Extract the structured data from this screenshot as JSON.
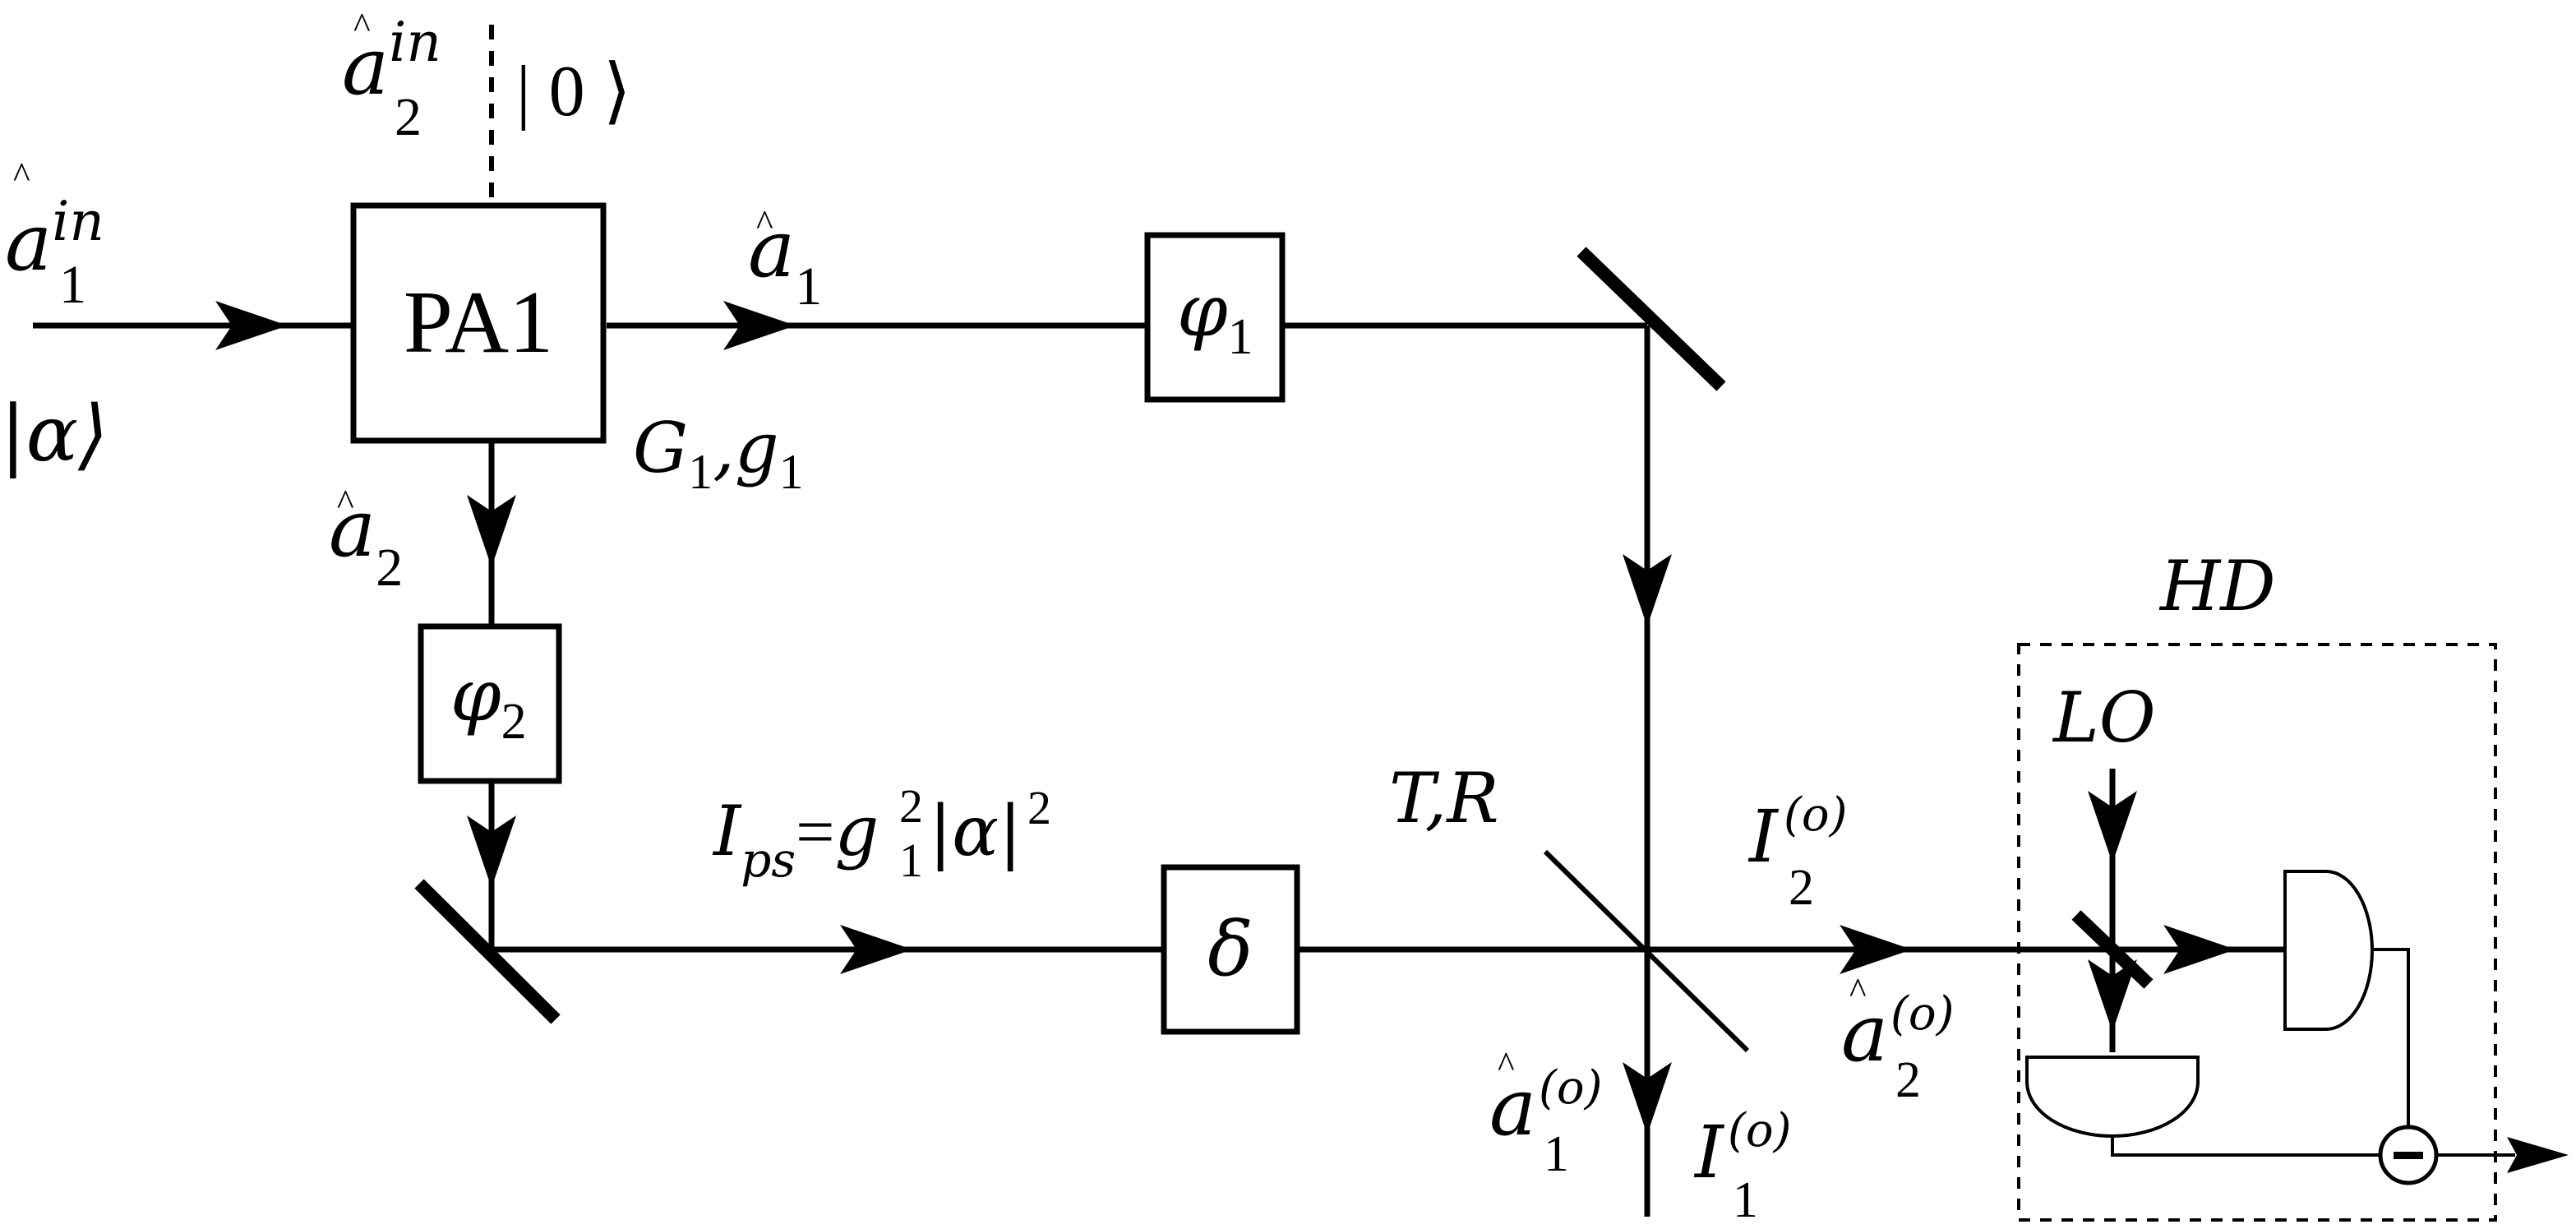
{
  "labels": {
    "a1_in": {
      "base": "a",
      "hat": "^",
      "sub": "1",
      "sup": "in"
    },
    "alpha_state": "|α⟩",
    "a2_in": {
      "base": "a",
      "hat": "^",
      "sub": "2",
      "sup": "in"
    },
    "vacuum_state": "| 0 ⟩",
    "pa1": "PA1",
    "gain": {
      "G": "G",
      "G_sub": "1",
      "sep": ",",
      "g": "g",
      "g_sub": "1"
    },
    "a1": {
      "base": "a",
      "hat": "^",
      "sub": "1"
    },
    "a2": {
      "base": "a",
      "hat": "^",
      "sub": "2"
    },
    "phi1": {
      "base": "φ",
      "sub": "1"
    },
    "phi2": {
      "base": "φ",
      "sub": "2"
    },
    "delta": "δ",
    "ips": {
      "I": "I",
      "sub": "ps",
      "eq": "=",
      "g": "g",
      "g_sub": "1",
      "g_sup": "2",
      "abs": "|α|",
      "abs_sup": "2"
    },
    "tr": "T,R",
    "i2_out": {
      "base": "I",
      "sub": "2",
      "sup": "(o)"
    },
    "a2_out": {
      "base": "a",
      "hat": "^",
      "sub": "2",
      "sup": "(o)"
    },
    "a1_out": {
      "base": "a",
      "hat": "^",
      "sub": "1",
      "sup": "(o)"
    },
    "i1_out": {
      "base": "I",
      "sub": "1",
      "sup": "(o)"
    },
    "hd": "HD",
    "lo": "LO",
    "minus": "−"
  }
}
